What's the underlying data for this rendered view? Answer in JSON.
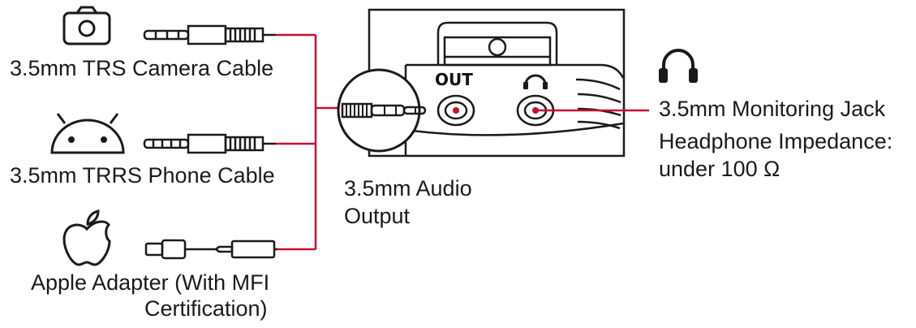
{
  "labels": {
    "camera_cable": "3.5mm TRS Camera Cable",
    "phone_cable": "3.5mm TRRS Phone Cable",
    "apple_adapter_line1": "Apple Adapter (With MFI",
    "apple_adapter_line2": "Certification)",
    "audio_output_line1": "3.5mm Audio",
    "audio_output_line2": "Output",
    "monitoring_jack": "3.5mm Monitoring Jack",
    "impedance_line1": "Headphone Impedance:",
    "impedance_line2": "under 100 Ω",
    "device_out": "OUT"
  },
  "icons": {
    "camera": "camera-icon",
    "android": "android-icon",
    "apple": "apple-icon",
    "headphones": "headphones-icon"
  },
  "colors": {
    "connector_red": "#c8102e",
    "line_black": "#1a1a1a"
  }
}
